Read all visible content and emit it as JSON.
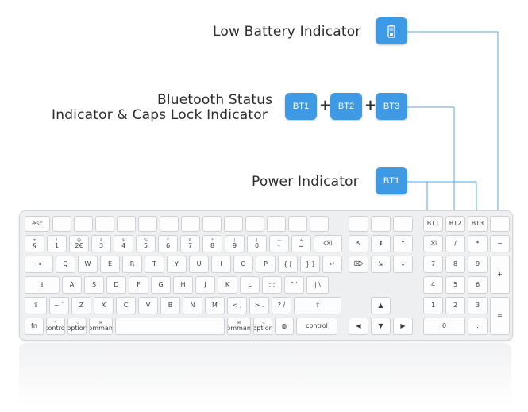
{
  "labels": {
    "low_battery": "Low Battery Indicator",
    "bluetooth_line1": "Bluetooth Status",
    "bluetooth_line2": "Indicator & Caps Lock Indicator",
    "power": "Power Indicator"
  },
  "indicators": {
    "bt1": "BT1",
    "bt2": "BT2",
    "bt3": "BT3",
    "power_bt1": "BT1",
    "plus": "+"
  },
  "colors": {
    "indicator_blue": "#3f9ae6",
    "connector_line": "#5aa6e0"
  },
  "keyboard": {
    "fn_row": [
      "esc",
      "",
      "",
      "",
      "",
      "",
      "",
      "",
      "",
      "",
      "",
      "",
      "",
      ""
    ],
    "num_row": [
      {
        "t": "±",
        "m": "§"
      },
      {
        "t": "!",
        "m": "1"
      },
      {
        "t": "@",
        "m": "2€"
      },
      {
        "t": "£",
        "m": "3"
      },
      {
        "t": "$",
        "m": "4"
      },
      {
        "t": "%",
        "m": "5"
      },
      {
        "t": "^",
        "m": "6"
      },
      {
        "t": "&",
        "m": "7"
      },
      {
        "t": "*",
        "m": "8"
      },
      {
        "t": "(",
        "m": "9"
      },
      {
        "t": ")",
        "m": "0"
      },
      {
        "t": "—",
        "m": "-"
      },
      {
        "t": "+",
        "m": "="
      },
      {
        "t": "",
        "m": "⌫"
      }
    ],
    "q_row": [
      "⇥",
      "Q",
      "W",
      "E",
      "R",
      "T",
      "Y",
      "U",
      "I",
      "O",
      "P",
      "{ [",
      "} ]",
      "↵"
    ],
    "a_row": [
      "⇪",
      "A",
      "S",
      "D",
      "F",
      "G",
      "H",
      "J",
      "K",
      "L",
      ": ;",
      "\" '",
      "| \\"
    ],
    "z_row": [
      "⇧",
      "~ `",
      "Z",
      "X",
      "C",
      "V",
      "B",
      "N",
      "M",
      "< ,",
      "> .",
      "? /",
      "⇧"
    ],
    "bottom_row": [
      {
        "t": "",
        "m": "fn"
      },
      {
        "t": "^",
        "m": "control"
      },
      {
        "t": "⌥",
        "m": "option"
      },
      {
        "t": "⌘",
        "m": "command"
      },
      {
        "t": "",
        "m": ""
      },
      {
        "t": "⌘",
        "m": "command"
      },
      {
        "t": "⌥",
        "m": "option"
      },
      {
        "t": "",
        "m": "◍"
      },
      {
        "t": "",
        "m": "control"
      }
    ],
    "nav_top": [
      "",
      "",
      ""
    ],
    "nav_mid1": [
      "⇱",
      "⇞",
      "↑"
    ],
    "nav_mid2": [
      "⌦",
      "⇲",
      "↓"
    ],
    "nav_arrow_up": "▲",
    "nav_arrows": [
      "◀",
      "▼",
      "▶"
    ],
    "numpad_leds": [
      "BT1",
      "BT2",
      "BT3",
      ""
    ],
    "numpad": [
      [
        "⌧",
        "/",
        "*",
        "−"
      ],
      [
        "7",
        "8",
        "9",
        "+"
      ],
      [
        "4",
        "5",
        "6"
      ],
      [
        "1",
        "2",
        "3"
      ],
      [
        "0",
        ".",
        "="
      ]
    ]
  }
}
